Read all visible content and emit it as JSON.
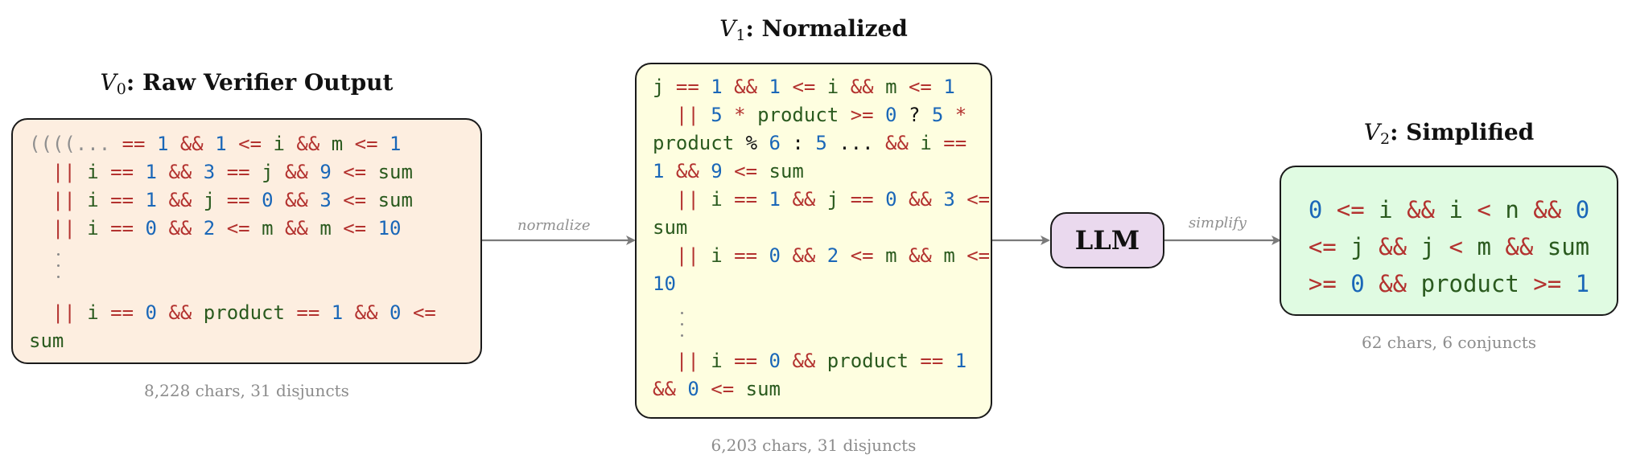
{
  "stages": [
    {
      "symbol": "V",
      "index": "0",
      "name": "Raw Verifier Output",
      "caption": "8,228 chars, 31 disjuncts",
      "lines": [
        [
          [
            "g",
            "((((... "
          ],
          [
            "k",
            "=="
          ],
          [
            "o",
            " "
          ],
          [
            "n",
            "1"
          ],
          [
            "o",
            " "
          ],
          [
            "k",
            "&&"
          ],
          [
            "o",
            " "
          ],
          [
            "n",
            "1"
          ],
          [
            "o",
            " "
          ],
          [
            "k",
            "<="
          ],
          [
            "o",
            " "
          ],
          [
            "i",
            "i"
          ],
          [
            "o",
            " "
          ],
          [
            "k",
            "&&"
          ],
          [
            "o",
            " "
          ],
          [
            "i",
            "m"
          ],
          [
            "o",
            " "
          ],
          [
            "k",
            "<="
          ],
          [
            "o",
            " "
          ],
          [
            "n",
            "1"
          ]
        ],
        [
          [
            "o",
            "  "
          ],
          [
            "k",
            "||"
          ],
          [
            "o",
            " "
          ],
          [
            "i",
            "i"
          ],
          [
            "o",
            " "
          ],
          [
            "k",
            "=="
          ],
          [
            "o",
            " "
          ],
          [
            "n",
            "1"
          ],
          [
            "o",
            " "
          ],
          [
            "k",
            "&&"
          ],
          [
            "o",
            " "
          ],
          [
            "n",
            "3"
          ],
          [
            "o",
            " "
          ],
          [
            "k",
            "=="
          ],
          [
            "o",
            " "
          ],
          [
            "i",
            "j"
          ],
          [
            "o",
            " "
          ],
          [
            "k",
            "&&"
          ],
          [
            "o",
            " "
          ],
          [
            "n",
            "9"
          ],
          [
            "o",
            " "
          ],
          [
            "k",
            "<="
          ],
          [
            "o",
            " "
          ],
          [
            "i",
            "sum"
          ]
        ],
        [
          [
            "o",
            "  "
          ],
          [
            "k",
            "||"
          ],
          [
            "o",
            " "
          ],
          [
            "i",
            "i"
          ],
          [
            "o",
            " "
          ],
          [
            "k",
            "=="
          ],
          [
            "o",
            " "
          ],
          [
            "n",
            "1"
          ],
          [
            "o",
            " "
          ],
          [
            "k",
            "&&"
          ],
          [
            "o",
            " "
          ],
          [
            "i",
            "j"
          ],
          [
            "o",
            " "
          ],
          [
            "k",
            "=="
          ],
          [
            "o",
            " "
          ],
          [
            "n",
            "0"
          ],
          [
            "o",
            " "
          ],
          [
            "k",
            "&&"
          ],
          [
            "o",
            " "
          ],
          [
            "n",
            "3"
          ],
          [
            "o",
            " "
          ],
          [
            "k",
            "<="
          ],
          [
            "o",
            " "
          ],
          [
            "i",
            "sum"
          ]
        ],
        [
          [
            "o",
            "  "
          ],
          [
            "k",
            "||"
          ],
          [
            "o",
            " "
          ],
          [
            "i",
            "i"
          ],
          [
            "o",
            " "
          ],
          [
            "k",
            "=="
          ],
          [
            "o",
            " "
          ],
          [
            "n",
            "0"
          ],
          [
            "o",
            " "
          ],
          [
            "k",
            "&&"
          ],
          [
            "o",
            " "
          ],
          [
            "n",
            "2"
          ],
          [
            "o",
            " "
          ],
          [
            "k",
            "<="
          ],
          [
            "o",
            " "
          ],
          [
            "i",
            "m"
          ],
          [
            "o",
            " "
          ],
          [
            "k",
            "&&"
          ],
          [
            "o",
            " "
          ],
          [
            "i",
            "m"
          ],
          [
            "o",
            " "
          ],
          [
            "k",
            "<="
          ],
          [
            "o",
            " "
          ],
          [
            "n",
            "10"
          ]
        ],
        [
          [
            "o",
            "  "
          ],
          [
            "k",
            "||"
          ],
          [
            "o",
            " "
          ],
          [
            "i",
            "i"
          ],
          [
            "o",
            " "
          ],
          [
            "k",
            "=="
          ],
          [
            "o",
            " "
          ],
          [
            "n",
            "0"
          ],
          [
            "o",
            " "
          ],
          [
            "k",
            "&&"
          ],
          [
            "o",
            " "
          ],
          [
            "i",
            "product"
          ],
          [
            "o",
            " "
          ],
          [
            "k",
            "=="
          ],
          [
            "o",
            " "
          ],
          [
            "n",
            "1"
          ],
          [
            "o",
            " "
          ],
          [
            "k",
            "&&"
          ],
          [
            "o",
            " "
          ],
          [
            "n",
            "0"
          ],
          [
            "o",
            " "
          ],
          [
            "k",
            "<="
          ]
        ],
        [
          [
            "i",
            "sum"
          ]
        ]
      ]
    },
    {
      "symbol": "V",
      "index": "1",
      "name": "Normalized",
      "caption": "6,203 chars, 31 disjuncts",
      "lines": [
        [
          [
            "i",
            "j"
          ],
          [
            "o",
            " "
          ],
          [
            "k",
            "=="
          ],
          [
            "o",
            " "
          ],
          [
            "n",
            "1"
          ],
          [
            "o",
            " "
          ],
          [
            "k",
            "&&"
          ],
          [
            "o",
            " "
          ],
          [
            "n",
            "1"
          ],
          [
            "o",
            " "
          ],
          [
            "k",
            "<="
          ],
          [
            "o",
            " "
          ],
          [
            "i",
            "i"
          ],
          [
            "o",
            " "
          ],
          [
            "k",
            "&&"
          ],
          [
            "o",
            " "
          ],
          [
            "i",
            "m"
          ],
          [
            "o",
            " "
          ],
          [
            "k",
            "<="
          ],
          [
            "o",
            " "
          ],
          [
            "n",
            "1"
          ]
        ],
        [
          [
            "o",
            "  "
          ],
          [
            "k",
            "||"
          ],
          [
            "o",
            " "
          ],
          [
            "n",
            "5"
          ],
          [
            "o",
            " "
          ],
          [
            "k",
            "*"
          ],
          [
            "o",
            " "
          ],
          [
            "i",
            "product"
          ],
          [
            "o",
            " "
          ],
          [
            "k",
            ">="
          ],
          [
            "o",
            " "
          ],
          [
            "n",
            "0"
          ],
          [
            "o",
            " ? "
          ],
          [
            "n",
            "5"
          ],
          [
            "o",
            " "
          ],
          [
            "k",
            "*"
          ]
        ],
        [
          [
            "i",
            "product"
          ],
          [
            "o",
            " % "
          ],
          [
            "n",
            "6"
          ],
          [
            "o",
            " : "
          ],
          [
            "n",
            "5"
          ],
          [
            "o",
            " ... "
          ],
          [
            "k",
            "&&"
          ],
          [
            "o",
            " "
          ],
          [
            "i",
            "i"
          ],
          [
            "o",
            " "
          ],
          [
            "k",
            "=="
          ]
        ],
        [
          [
            "n",
            "1"
          ],
          [
            "o",
            " "
          ],
          [
            "k",
            "&&"
          ],
          [
            "o",
            " "
          ],
          [
            "n",
            "9"
          ],
          [
            "o",
            " "
          ],
          [
            "k",
            "<="
          ],
          [
            "o",
            " "
          ],
          [
            "i",
            "sum"
          ]
        ],
        [
          [
            "o",
            "  "
          ],
          [
            "k",
            "||"
          ],
          [
            "o",
            " "
          ],
          [
            "i",
            "i"
          ],
          [
            "o",
            " "
          ],
          [
            "k",
            "=="
          ],
          [
            "o",
            " "
          ],
          [
            "n",
            "1"
          ],
          [
            "o",
            " "
          ],
          [
            "k",
            "&&"
          ],
          [
            "o",
            " "
          ],
          [
            "i",
            "j"
          ],
          [
            "o",
            " "
          ],
          [
            "k",
            "=="
          ],
          [
            "o",
            " "
          ],
          [
            "n",
            "0"
          ],
          [
            "o",
            " "
          ],
          [
            "k",
            "&&"
          ],
          [
            "o",
            " "
          ],
          [
            "n",
            "3"
          ],
          [
            "o",
            " "
          ],
          [
            "k",
            "<="
          ]
        ],
        [
          [
            "i",
            "sum"
          ]
        ],
        [
          [
            "o",
            "  "
          ],
          [
            "k",
            "||"
          ],
          [
            "o",
            " "
          ],
          [
            "i",
            "i"
          ],
          [
            "o",
            " "
          ],
          [
            "k",
            "=="
          ],
          [
            "o",
            " "
          ],
          [
            "n",
            "0"
          ],
          [
            "o",
            " "
          ],
          [
            "k",
            "&&"
          ],
          [
            "o",
            " "
          ],
          [
            "n",
            "2"
          ],
          [
            "o",
            " "
          ],
          [
            "k",
            "<="
          ],
          [
            "o",
            " "
          ],
          [
            "i",
            "m"
          ],
          [
            "o",
            " "
          ],
          [
            "k",
            "&&"
          ],
          [
            "o",
            " "
          ],
          [
            "i",
            "m"
          ],
          [
            "o",
            " "
          ],
          [
            "k",
            "<="
          ]
        ],
        [
          [
            "n",
            "10"
          ]
        ],
        [
          [
            "o",
            "  "
          ],
          [
            "k",
            "||"
          ],
          [
            "o",
            " "
          ],
          [
            "i",
            "i"
          ],
          [
            "o",
            " "
          ],
          [
            "k",
            "=="
          ],
          [
            "o",
            " "
          ],
          [
            "n",
            "0"
          ],
          [
            "o",
            " "
          ],
          [
            "k",
            "&&"
          ],
          [
            "o",
            " "
          ],
          [
            "i",
            "product"
          ],
          [
            "o",
            " "
          ],
          [
            "k",
            "=="
          ],
          [
            "o",
            " "
          ],
          [
            "n",
            "1"
          ]
        ],
        [
          [
            "k",
            "&&"
          ],
          [
            "o",
            " "
          ],
          [
            "n",
            "0"
          ],
          [
            "o",
            " "
          ],
          [
            "k",
            "<="
          ],
          [
            "o",
            " "
          ],
          [
            "i",
            "sum"
          ]
        ]
      ]
    },
    {
      "symbol": "V",
      "index": "2",
      "name": "Simplified",
      "caption": "62 chars, 6 conjuncts",
      "lines": [
        [
          [
            "n",
            "0"
          ],
          [
            "o",
            " "
          ],
          [
            "k",
            "<="
          ],
          [
            "o",
            " "
          ],
          [
            "i",
            "i"
          ],
          [
            "o",
            " "
          ],
          [
            "k",
            "&&"
          ],
          [
            "o",
            " "
          ],
          [
            "i",
            "i"
          ],
          [
            "o",
            " "
          ],
          [
            "k",
            "<"
          ],
          [
            "o",
            " "
          ],
          [
            "i",
            "n"
          ],
          [
            "o",
            " "
          ],
          [
            "k",
            "&&"
          ],
          [
            "o",
            " "
          ],
          [
            "n",
            "0"
          ]
        ],
        [
          [
            "k",
            "<="
          ],
          [
            "o",
            " "
          ],
          [
            "i",
            "j"
          ],
          [
            "o",
            " "
          ],
          [
            "k",
            "&&"
          ],
          [
            "o",
            " "
          ],
          [
            "i",
            "j"
          ],
          [
            "o",
            " "
          ],
          [
            "k",
            "<"
          ],
          [
            "o",
            " "
          ],
          [
            "i",
            "m"
          ],
          [
            "o",
            " "
          ],
          [
            "k",
            "&&"
          ],
          [
            "o",
            " "
          ],
          [
            "i",
            "sum"
          ]
        ],
        [
          [
            "k",
            ">="
          ],
          [
            "o",
            " "
          ],
          [
            "n",
            "0"
          ],
          [
            "o",
            " "
          ],
          [
            "k",
            "&&"
          ],
          [
            "o",
            " "
          ],
          [
            "i",
            "product"
          ],
          [
            "o",
            " "
          ],
          [
            "k",
            ">="
          ],
          [
            "o",
            " "
          ],
          [
            "n",
            "1"
          ]
        ]
      ]
    }
  ],
  "llm_label": "LLM",
  "edges": {
    "normalize": "normalize",
    "simplify": "simplify"
  },
  "colors": {
    "v0_fill": "#fdeee0",
    "v1_fill": "#fefee0",
    "v2_fill": "#e0fbe2",
    "llm_fill": "#ead9ee",
    "keyword": "#b3322f",
    "number": "#1a67b8",
    "identifier": "#2a5a1e"
  }
}
